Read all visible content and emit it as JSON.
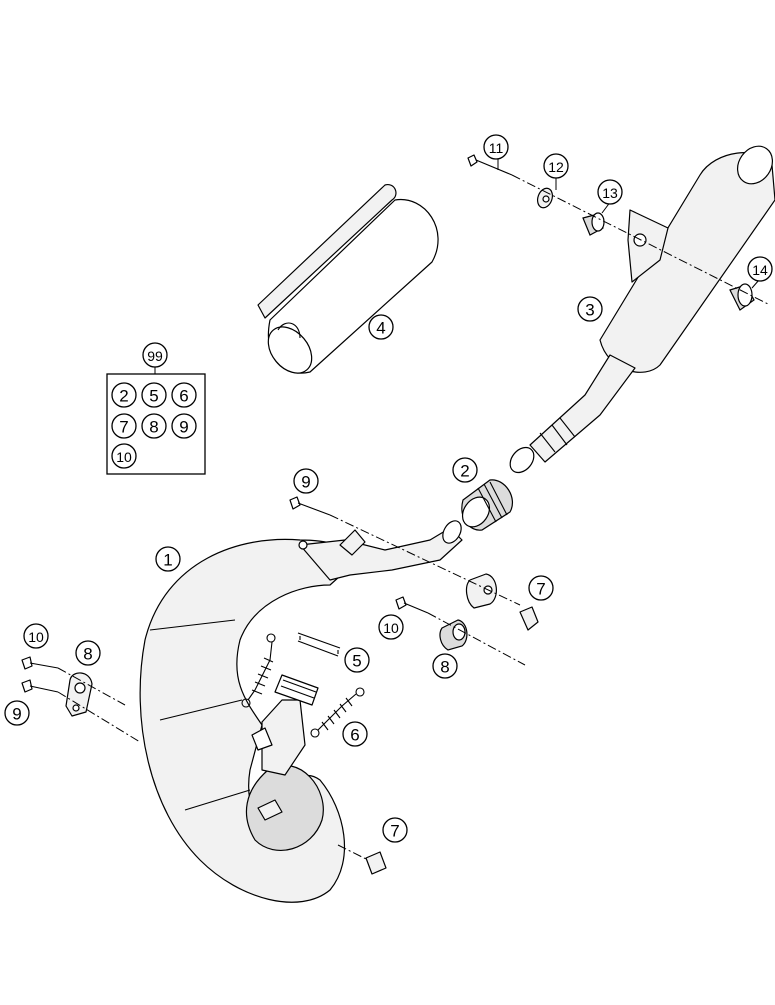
{
  "callouts": {
    "c1": "1",
    "c2": "2",
    "c3": "3",
    "c4": "4",
    "c5": "5",
    "c6": "6",
    "c7a": "7",
    "c7b": "7",
    "c8a": "8",
    "c8b": "8",
    "c9a": "9",
    "c9b": "9",
    "c10a": "10",
    "c10b": "10",
    "c11": "11",
    "c12": "12",
    "c13": "13",
    "c14": "14"
  },
  "kit": {
    "label": "99",
    "items": [
      "2",
      "5",
      "6",
      "7",
      "8",
      "9",
      "10"
    ]
  }
}
